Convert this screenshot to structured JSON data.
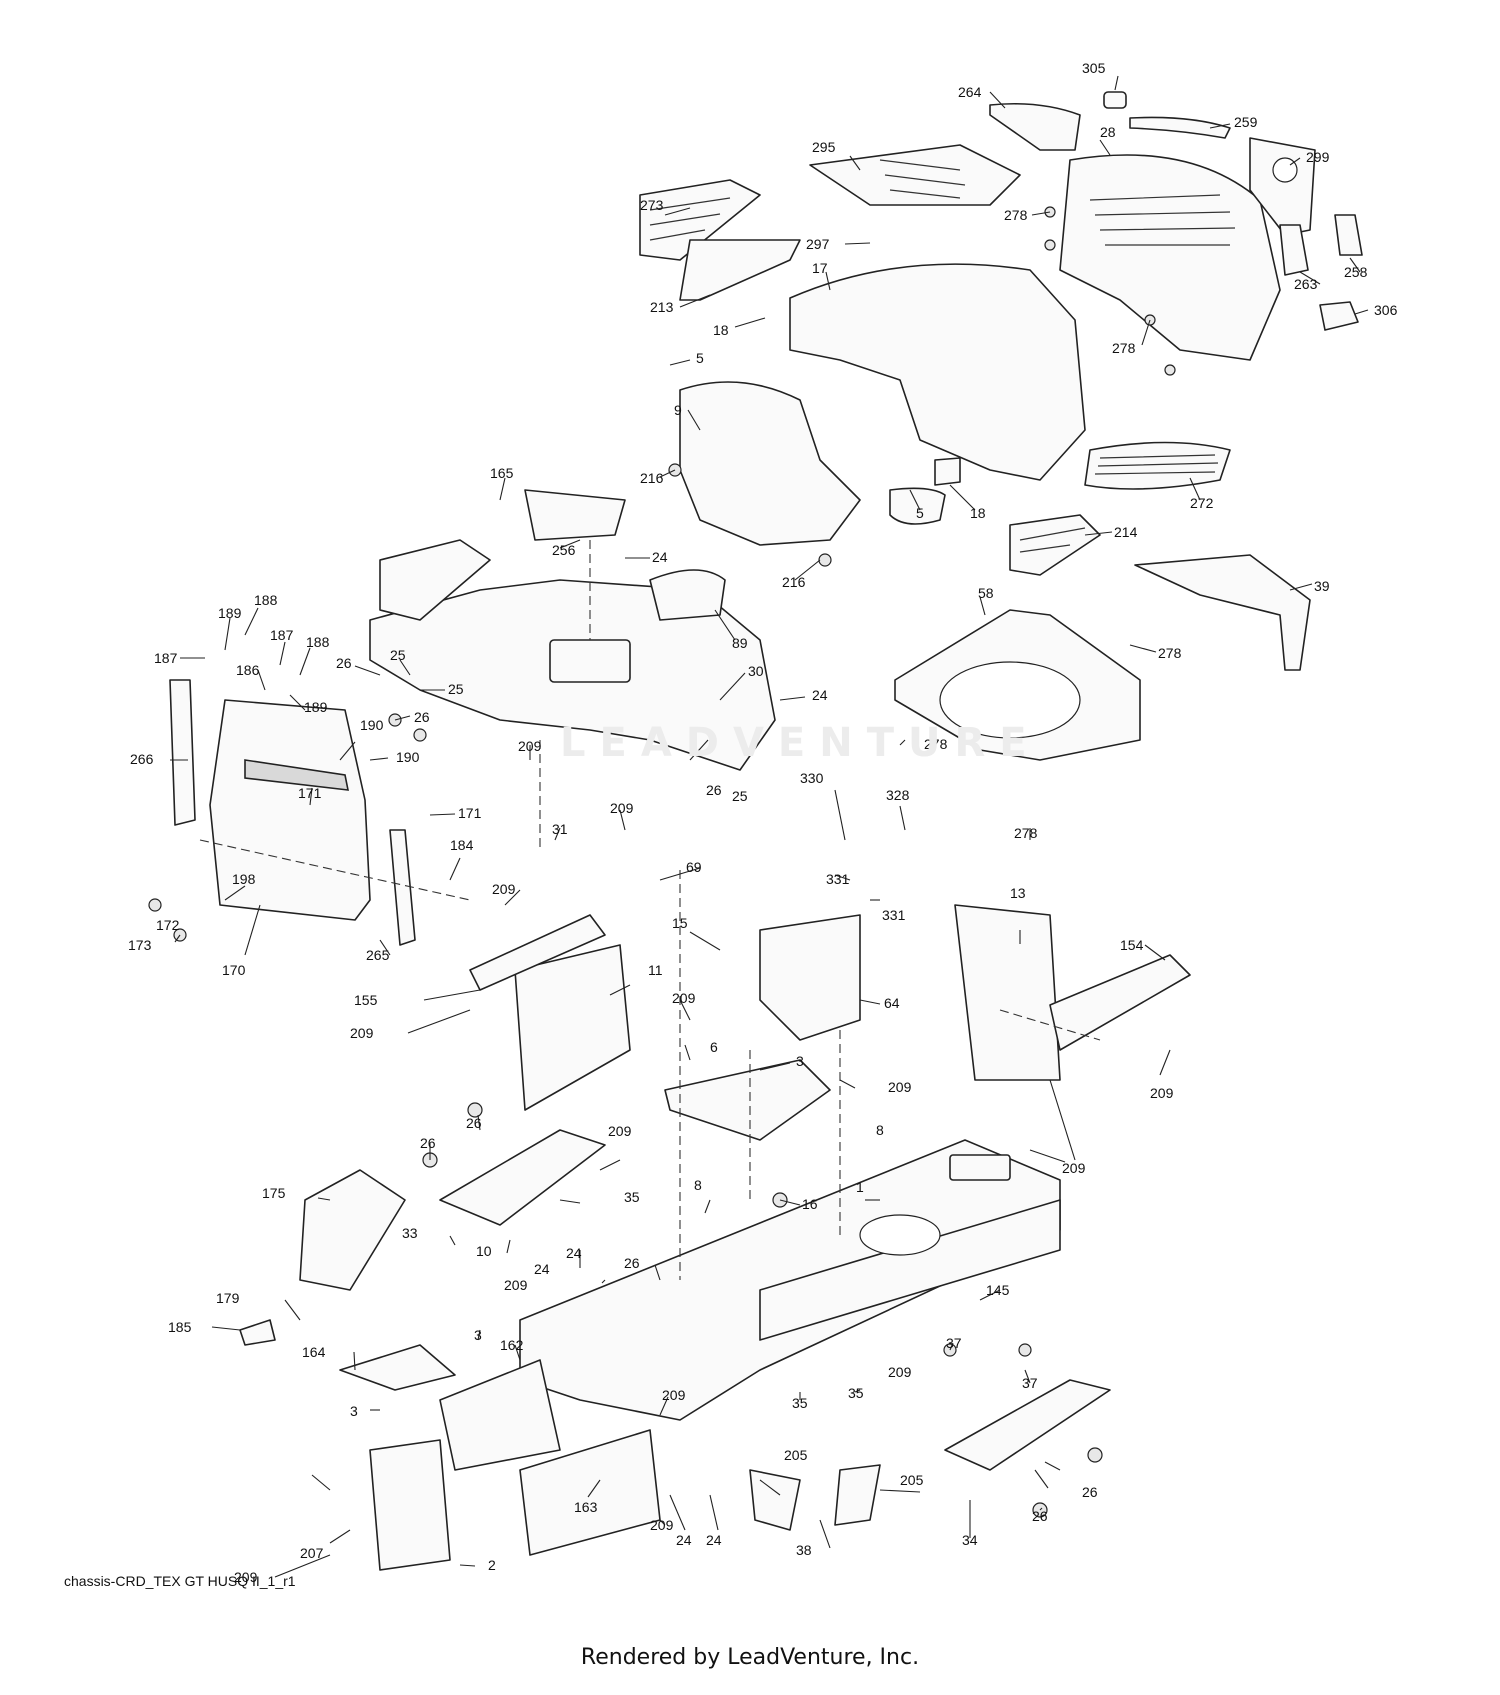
{
  "diagram": {
    "file_label": "chassis-CRD_TEX GT HUSQ II_1_r1",
    "credit": "Rendered by LeadVenture, Inc.",
    "watermark_text": "LEADVENTURE",
    "callouts": [
      {
        "id": "c305",
        "label": "305"
      },
      {
        "id": "c264",
        "label": "264"
      },
      {
        "id": "c259",
        "label": "259"
      },
      {
        "id": "c28",
        "label": "28"
      },
      {
        "id": "c295",
        "label": "295"
      },
      {
        "id": "c299",
        "label": "299"
      },
      {
        "id": "c273",
        "label": "273"
      },
      {
        "id": "c278a",
        "label": "278"
      },
      {
        "id": "c297",
        "label": "297"
      },
      {
        "id": "c258",
        "label": "258"
      },
      {
        "id": "c263",
        "label": "263"
      },
      {
        "id": "c17",
        "label": "17"
      },
      {
        "id": "c213",
        "label": "213"
      },
      {
        "id": "c306",
        "label": "306"
      },
      {
        "id": "c18a",
        "label": "18"
      },
      {
        "id": "c278b",
        "label": "278"
      },
      {
        "id": "c5a",
        "label": "5"
      },
      {
        "id": "c9",
        "label": "9"
      },
      {
        "id": "c216a",
        "label": "216"
      },
      {
        "id": "c5b",
        "label": "5"
      },
      {
        "id": "c18b",
        "label": "18"
      },
      {
        "id": "c272",
        "label": "272"
      },
      {
        "id": "c165",
        "label": "165"
      },
      {
        "id": "c256",
        "label": "256"
      },
      {
        "id": "c24a",
        "label": "24"
      },
      {
        "id": "c214",
        "label": "214"
      },
      {
        "id": "c216b",
        "label": "216"
      },
      {
        "id": "c39",
        "label": "39"
      },
      {
        "id": "c58",
        "label": "58"
      },
      {
        "id": "c189a",
        "label": "189"
      },
      {
        "id": "c188a",
        "label": "188"
      },
      {
        "id": "c89",
        "label": "89"
      },
      {
        "id": "c278c",
        "label": "278"
      },
      {
        "id": "c187a",
        "label": "187"
      },
      {
        "id": "c187b",
        "label": "187"
      },
      {
        "id": "c188b",
        "label": "188"
      },
      {
        "id": "c26a",
        "label": "26"
      },
      {
        "id": "c25a",
        "label": "25"
      },
      {
        "id": "c186",
        "label": "186"
      },
      {
        "id": "c189b",
        "label": "189"
      },
      {
        "id": "c25b",
        "label": "25"
      },
      {
        "id": "c30",
        "label": "30"
      },
      {
        "id": "c24b",
        "label": "24"
      },
      {
        "id": "c26b",
        "label": "26"
      },
      {
        "id": "c190a",
        "label": "190"
      },
      {
        "id": "c278d",
        "label": "278"
      },
      {
        "id": "c266",
        "label": "266"
      },
      {
        "id": "c190b",
        "label": "190"
      },
      {
        "id": "c209a",
        "label": "209"
      },
      {
        "id": "c171a",
        "label": "171"
      },
      {
        "id": "c26c",
        "label": "26"
      },
      {
        "id": "c25c",
        "label": "25"
      },
      {
        "id": "c330",
        "label": "330"
      },
      {
        "id": "c171b",
        "label": "171"
      },
      {
        "id": "c209b",
        "label": "209"
      },
      {
        "id": "c184",
        "label": "184"
      },
      {
        "id": "c278e",
        "label": "278"
      },
      {
        "id": "c31",
        "label": "31"
      },
      {
        "id": "c328",
        "label": "328"
      },
      {
        "id": "c198",
        "label": "198"
      },
      {
        "id": "c69",
        "label": "69"
      },
      {
        "id": "c331a",
        "label": "331"
      },
      {
        "id": "c209c",
        "label": "209"
      },
      {
        "id": "c331b",
        "label": "331"
      },
      {
        "id": "c172",
        "label": "172"
      },
      {
        "id": "c173",
        "label": "173"
      },
      {
        "id": "c13",
        "label": "13"
      },
      {
        "id": "c15",
        "label": "15"
      },
      {
        "id": "c170",
        "label": "170"
      },
      {
        "id": "c265",
        "label": "265"
      },
      {
        "id": "c154",
        "label": "154"
      },
      {
        "id": "c11",
        "label": "11"
      },
      {
        "id": "c155",
        "label": "155"
      },
      {
        "id": "c64",
        "label": "64"
      },
      {
        "id": "c209d",
        "label": "209"
      },
      {
        "id": "c209e",
        "label": "209"
      },
      {
        "id": "c6",
        "label": "6"
      },
      {
        "id": "c209f",
        "label": "209"
      },
      {
        "id": "c3a",
        "label": "3"
      },
      {
        "id": "c209g",
        "label": "209"
      },
      {
        "id": "c26d",
        "label": "26"
      },
      {
        "id": "c209h",
        "label": "209"
      },
      {
        "id": "c8a",
        "label": "8"
      },
      {
        "id": "c26e",
        "label": "26"
      },
      {
        "id": "c209i",
        "label": "209"
      },
      {
        "id": "c175",
        "label": "175"
      },
      {
        "id": "c35a",
        "label": "35"
      },
      {
        "id": "c8b",
        "label": "8"
      },
      {
        "id": "c16",
        "label": "16"
      },
      {
        "id": "c1",
        "label": "1"
      },
      {
        "id": "c33",
        "label": "33"
      },
      {
        "id": "c10",
        "label": "10"
      },
      {
        "id": "c24c",
        "label": "24"
      },
      {
        "id": "c24d",
        "label": "24"
      },
      {
        "id": "c26f",
        "label": "26"
      },
      {
        "id": "c209j",
        "label": "209"
      },
      {
        "id": "c145",
        "label": "145"
      },
      {
        "id": "c179",
        "label": "179"
      },
      {
        "id": "c185",
        "label": "185"
      },
      {
        "id": "c37a",
        "label": "37"
      },
      {
        "id": "c164",
        "label": "164"
      },
      {
        "id": "c162",
        "label": "162"
      },
      {
        "id": "c3b",
        "label": "3"
      },
      {
        "id": "c209k",
        "label": "209"
      },
      {
        "id": "c37b",
        "label": "37"
      },
      {
        "id": "c3c",
        "label": "3"
      },
      {
        "id": "c35b",
        "label": "35"
      },
      {
        "id": "c35c",
        "label": "35"
      },
      {
        "id": "c209l",
        "label": "209"
      },
      {
        "id": "c205a",
        "label": "205"
      },
      {
        "id": "c205b",
        "label": "205"
      },
      {
        "id": "c26g",
        "label": "26"
      },
      {
        "id": "c163",
        "label": "163"
      },
      {
        "id": "c209m",
        "label": "209"
      },
      {
        "id": "c24e",
        "label": "24"
      },
      {
        "id": "c24f",
        "label": "24"
      },
      {
        "id": "c34",
        "label": "34"
      },
      {
        "id": "c26h",
        "label": "26"
      },
      {
        "id": "c207",
        "label": "207"
      },
      {
        "id": "c2",
        "label": "2"
      },
      {
        "id": "c38",
        "label": "38"
      },
      {
        "id": "c209n",
        "label": "209"
      }
    ]
  }
}
